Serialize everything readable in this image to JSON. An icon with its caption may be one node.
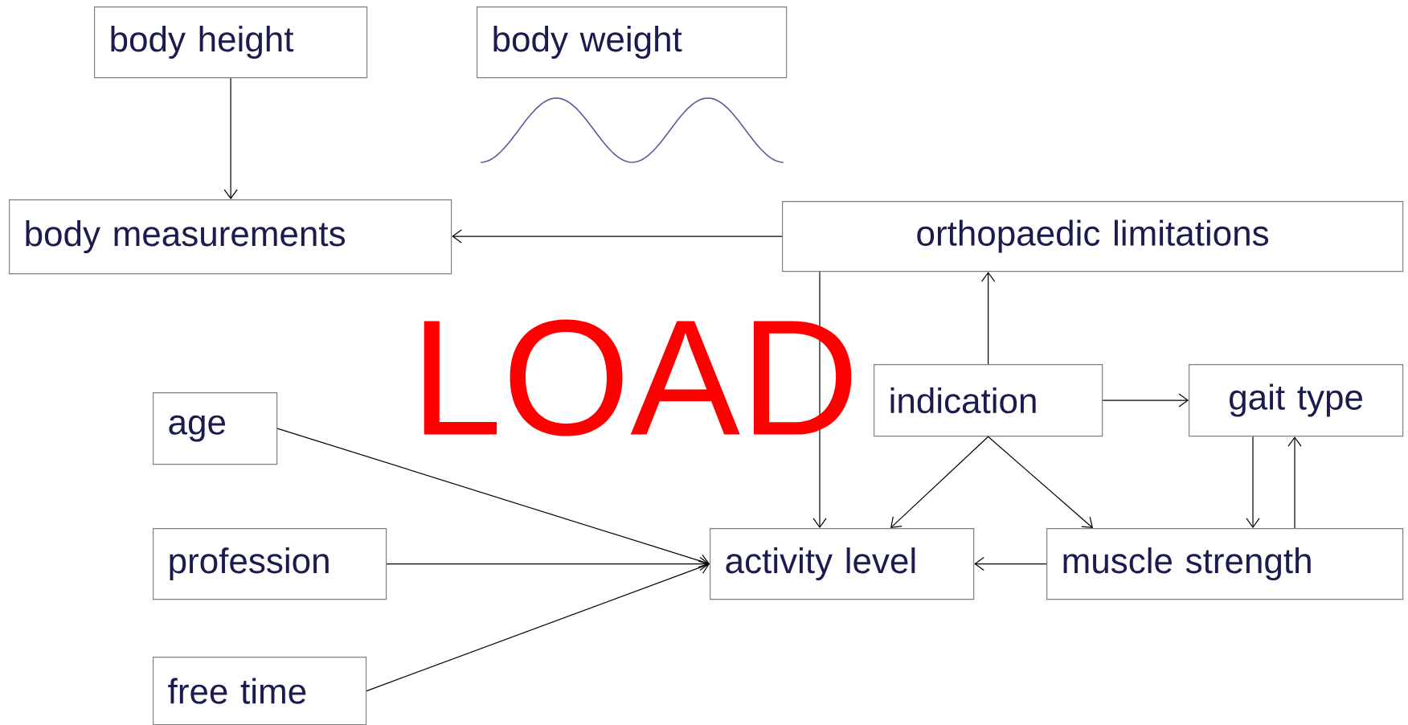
{
  "diagram": {
    "nodes": [
      {
        "text": [
          "body height"
        ]
      },
      {
        "text": [
          "body weight"
        ]
      },
      {
        "text": [
          "body measurements"
        ]
      },
      {
        "text": [
          "orthopaedic limitations"
        ]
      },
      {
        "text": [
          "indication"
        ]
      },
      {
        "text": [
          "gait type"
        ]
      },
      {
        "text": [
          "age"
        ]
      },
      {
        "text": [
          "profession"
        ]
      },
      {
        "text": [
          "activity level"
        ]
      },
      {
        "text": [
          "muscle strength"
        ]
      },
      {
        "text": [
          "free time"
        ]
      }
    ],
    "edges": [
      {
        "from": 0,
        "to": 2,
        "arrow": "to"
      },
      {
        "from": 3,
        "to": 2,
        "arrow": "to"
      },
      {
        "from": 3,
        "to": 8,
        "arrow": "to"
      },
      {
        "from": 4,
        "to": 3,
        "arrow": "to"
      },
      {
        "from": 4,
        "to": 5,
        "arrow": "to"
      },
      {
        "from": 4,
        "to": 8,
        "arrow": "to"
      },
      {
        "from": 4,
        "to": 9,
        "arrow": "to"
      },
      {
        "from": 5,
        "to": 9,
        "arrow": "to"
      },
      {
        "from": 9,
        "to": 5,
        "arrow": "to"
      },
      {
        "from": 9,
        "to": 8,
        "arrow": "to"
      },
      {
        "from": 6,
        "to": 8,
        "arrow": "to"
      },
      {
        "from": 7,
        "to": 8,
        "arrow": "to"
      },
      {
        "from": 10,
        "to": 8,
        "arrow": "to"
      }
    ],
    "labels": [
      "LOAD"
    ]
  }
}
